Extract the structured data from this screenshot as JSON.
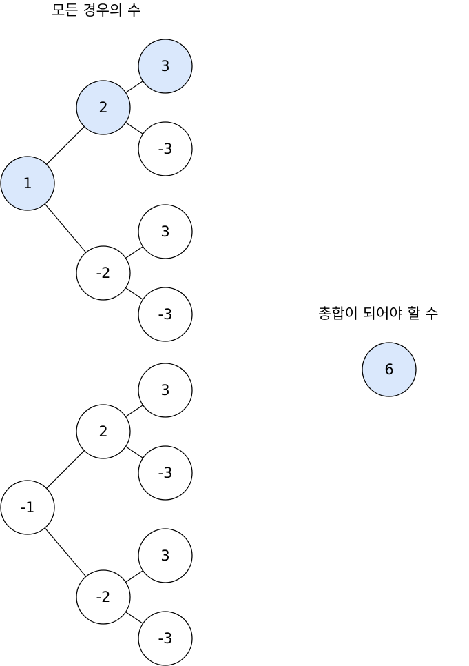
{
  "diagram": {
    "title_all_cases": "모든 경우의 수",
    "title_target_sum": "총합이 되어야 할 수",
    "colors": {
      "highlight_fill": "#dae8fc",
      "highlight_stroke": "#6c8ebf",
      "normal_fill": "#ffffff",
      "normal_stroke": "#000000"
    },
    "trees": [
      {
        "root": "1",
        "root_highlighted": true,
        "children": [
          {
            "value": "2",
            "highlighted": true,
            "children": [
              {
                "value": "3",
                "highlighted": true
              },
              {
                "value": "-3",
                "highlighted": false
              }
            ]
          },
          {
            "value": "-2",
            "highlighted": false,
            "children": [
              {
                "value": "3",
                "highlighted": false
              },
              {
                "value": "-3",
                "highlighted": false
              }
            ]
          }
        ]
      },
      {
        "root": "-1",
        "root_highlighted": false,
        "children": [
          {
            "value": "2",
            "highlighted": false,
            "children": [
              {
                "value": "3",
                "highlighted": false
              },
              {
                "value": "-3",
                "highlighted": false
              }
            ]
          },
          {
            "value": "-2",
            "highlighted": false,
            "children": [
              {
                "value": "3",
                "highlighted": false
              },
              {
                "value": "-3",
                "highlighted": false
              }
            ]
          }
        ]
      }
    ],
    "target_value": "6"
  }
}
